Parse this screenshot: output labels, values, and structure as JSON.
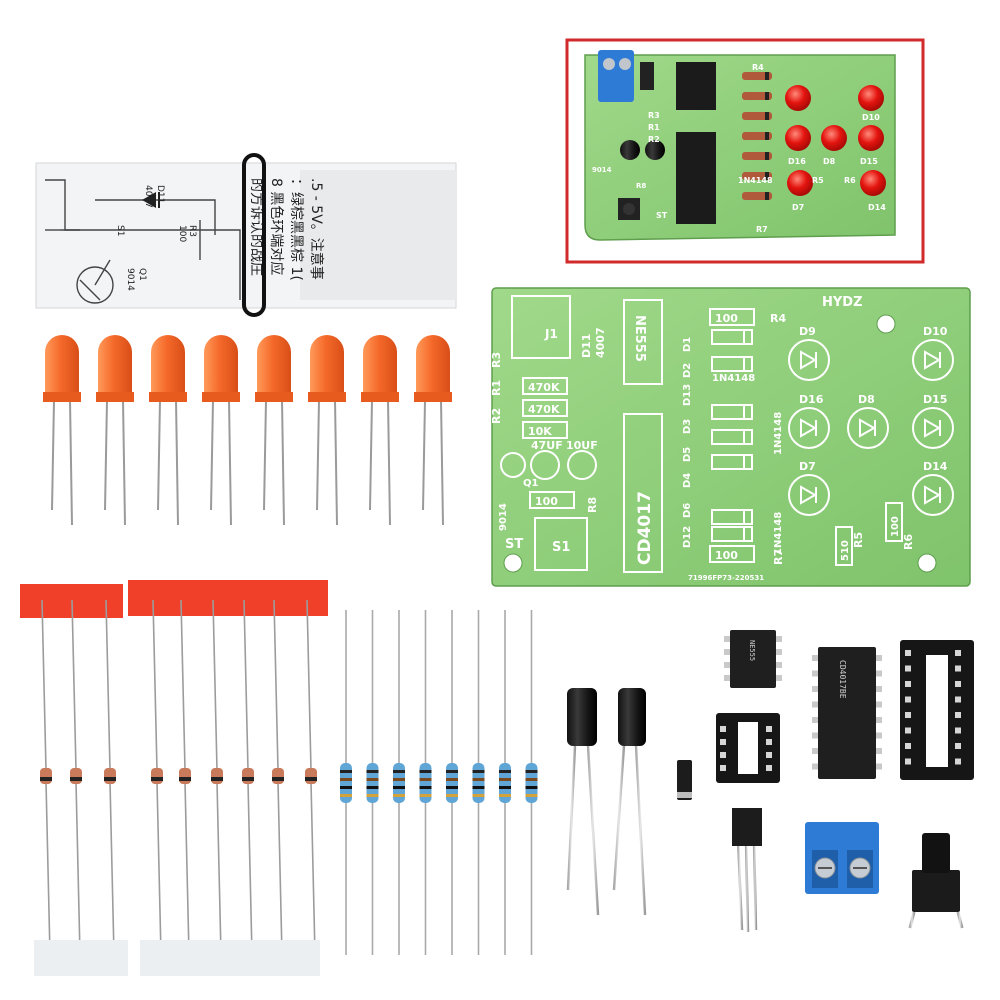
{
  "kit": {
    "colors": {
      "pcb": "#8fcf7a",
      "pcb_dark": "#6fb35d",
      "led_orange": "#f56a2a",
      "led_red": "#e3140f",
      "highlight": "#d02a2a",
      "terminal": "#2e7bd6",
      "tape": "#f0402a"
    },
    "bare_pcb": {
      "brand": "HYDZ",
      "chips": [
        "NE555",
        "CD4017"
      ],
      "led_labels": [
        "D9",
        "D10",
        "D16",
        "D8",
        "D15",
        "D7",
        "D14"
      ],
      "diode_labels": [
        "D11",
        "4007",
        "D1",
        "D2",
        "D3",
        "D13",
        "D5",
        "D4",
        "D6",
        "D12"
      ],
      "diode_type": "1N4148",
      "resistor_labels": [
        "R4",
        "R3",
        "R1",
        "R2",
        "R8",
        "R5",
        "R6",
        "R7"
      ],
      "resistor_values": [
        "100",
        "470K",
        "470K",
        "10K",
        "100",
        "510",
        "100",
        "100"
      ],
      "cap_values": [
        "47UF",
        "10UF"
      ],
      "other_labels": [
        "J1",
        "ST",
        "S1",
        "9014",
        "Q1"
      ],
      "serial": "71996FP73-220531"
    },
    "assembled_pcb": {
      "labels": [
        "R4",
        "R3",
        "R1",
        "R2",
        "D10",
        "D16",
        "D8",
        "D15",
        "D7",
        "R5",
        "R6",
        "D14",
        "1N4148",
        "R7",
        "9014",
        "R8",
        "ST"
      ]
    },
    "paper_leaflet": {
      "chinese_lines": [
        ".5 - 5V。注意事",
        "：绿棕黑黑棕 1(",
        "8 黑色环端对应",
        "的方诉认的战庄"
      ],
      "schematic_labels": [
        "D11",
        "4007",
        "R3",
        "100",
        "S1",
        "Q1",
        "9014"
      ]
    },
    "chips_loose": [
      "NE555",
      "CD4017BE"
    ]
  }
}
